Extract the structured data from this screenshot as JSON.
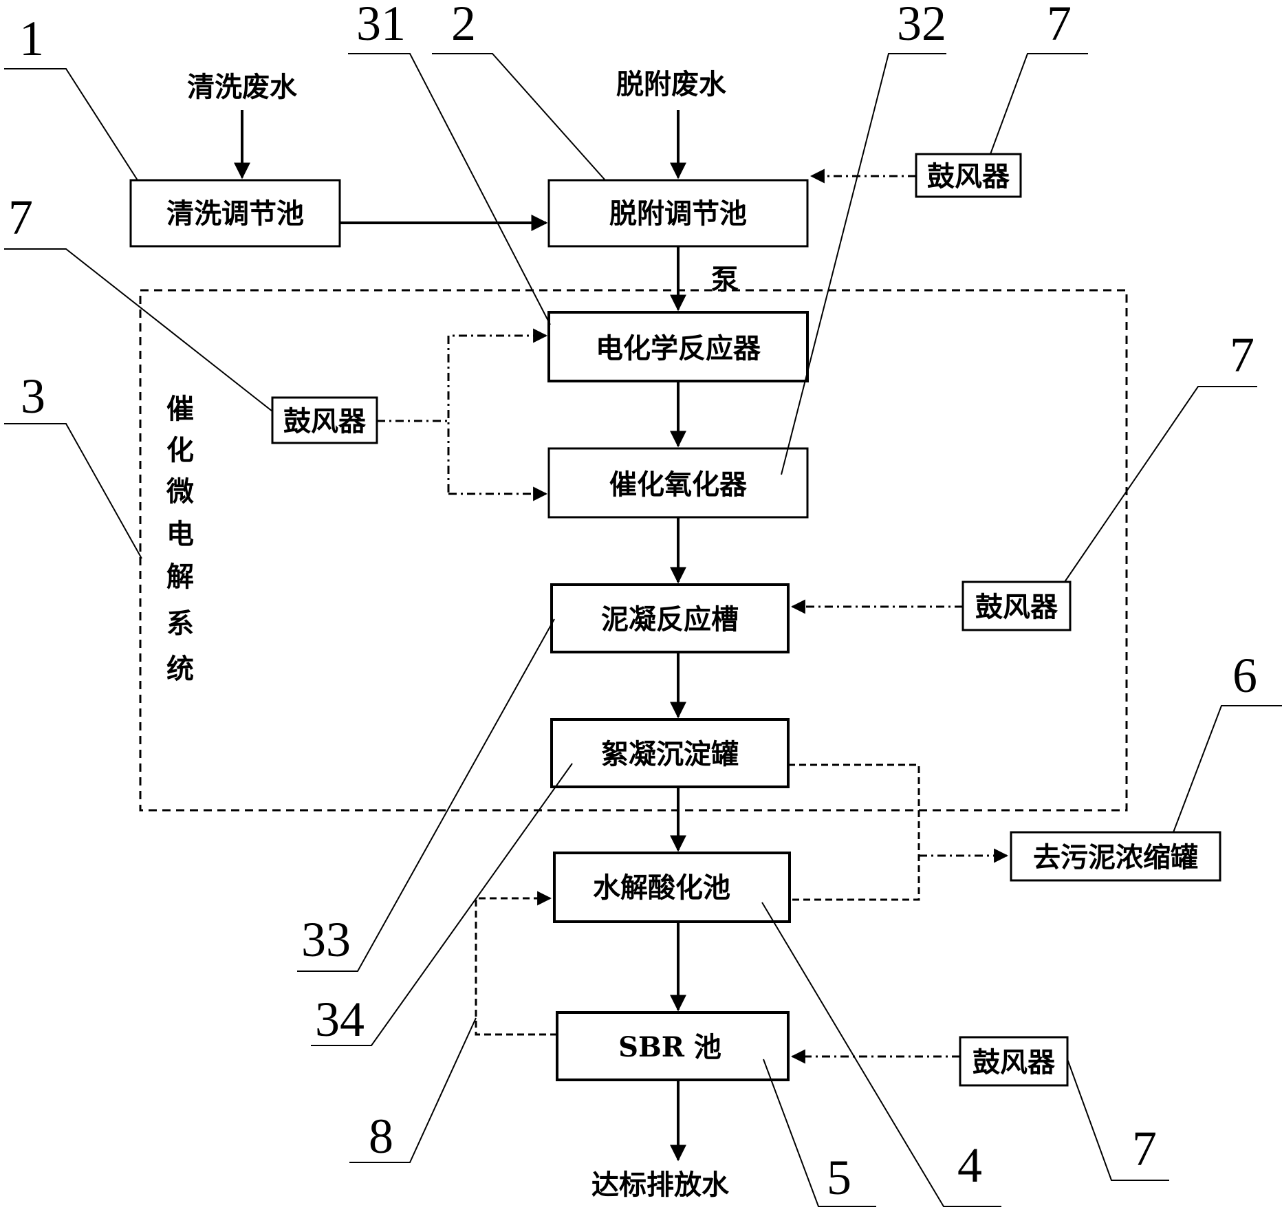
{
  "inputs": {
    "cleaning_wastewater": "清洗废水",
    "desorption_wastewater": "脱附废水"
  },
  "boxes": {
    "cleaning_tank": "清洗调节池",
    "desorption_tank": "脱附调节池",
    "electrochemical_reactor": "电化学反应器",
    "catalytic_oxidizer": "催化氧化器",
    "coagulation_tank": "泥凝反应槽",
    "flocculation_settler": "絮凝沉淀罐",
    "sludge_thickener": "去污泥浓缩罐",
    "hydrolysis_tank": "水解酸化池",
    "sbr_tank": "SBR 池",
    "blower_top": "鼓风器",
    "blower_left": "鼓风器",
    "blower_mid": "鼓风器",
    "blower_bottom": "鼓风器"
  },
  "labels": {
    "pump": "泵",
    "discharge": "达标排放水",
    "system_name": [
      "催",
      "化",
      "微",
      "电",
      "解",
      "系",
      "统"
    ]
  },
  "refs": {
    "r1": "1",
    "r2": "2",
    "r3": "3",
    "r4": "4",
    "r5": "5",
    "r6": "6",
    "r7_top": "7",
    "r7_left": "7",
    "r7_right": "7",
    "r7_bottom": "7",
    "r8": "8",
    "r31": "31",
    "r32": "32",
    "r33": "33",
    "r34": "34"
  }
}
